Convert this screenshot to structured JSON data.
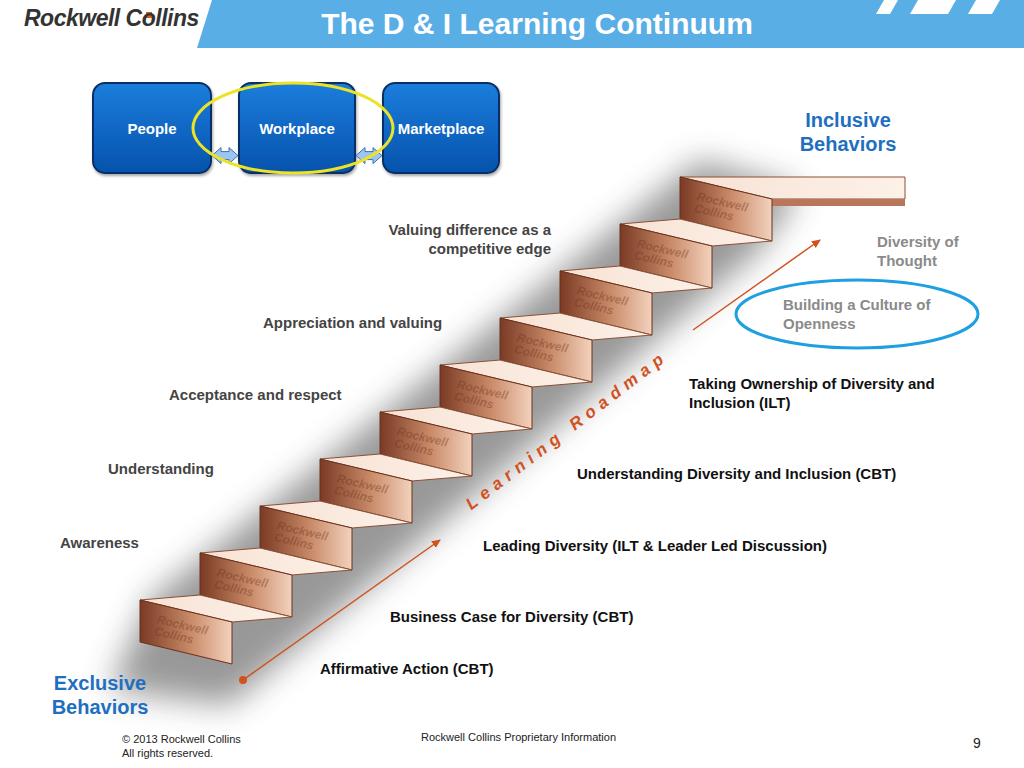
{
  "diagram": {
    "title": "The D & I Learning Continuum",
    "nodes": [
      {
        "text": [
          "People"
        ]
      },
      {
        "text": [
          "Workplace"
        ]
      },
      {
        "text": [
          "Marketplace"
        ]
      },
      {
        "text": [
          "Building a Culture of Openness"
        ]
      }
    ],
    "edges": [
      {
        "from": 0,
        "to": 1,
        "arrow": "both"
      },
      {
        "from": 1,
        "to": 2,
        "arrow": "both"
      }
    ],
    "labels": [
      "Rockwell Collins",
      "Inclusive Behaviors",
      "Valuing difference as a competitive edge",
      "Diversity of Thought",
      "Appreciation and valuing",
      "Taking Ownership of Diversity and Inclusion (ILT)",
      "Acceptance and respect",
      "Learning Roadmap",
      "Understanding",
      "Understanding Diversity and Inclusion (CBT)",
      "Awareness",
      "Leading Diversity (ILT & Leader Led Discussion)",
      "Business Case for Diversity (CBT)",
      "Affirmative Action (CBT)",
      "Exclusive Behaviors",
      "Rockwell Collins",
      "Rockwell Collins",
      "Rockwell Collins",
      "Rockwell Collins",
      "Rockwell Collins",
      "Rockwell Collins",
      "Rockwell Collins",
      "Rockwell Collins",
      "Rockwell Collins",
      "Rockwell Collins",
      "© 2013 Rockwell Collins All rights reserved.",
      "Rockwell Collins Proprietary Information",
      "9"
    ]
  }
}
